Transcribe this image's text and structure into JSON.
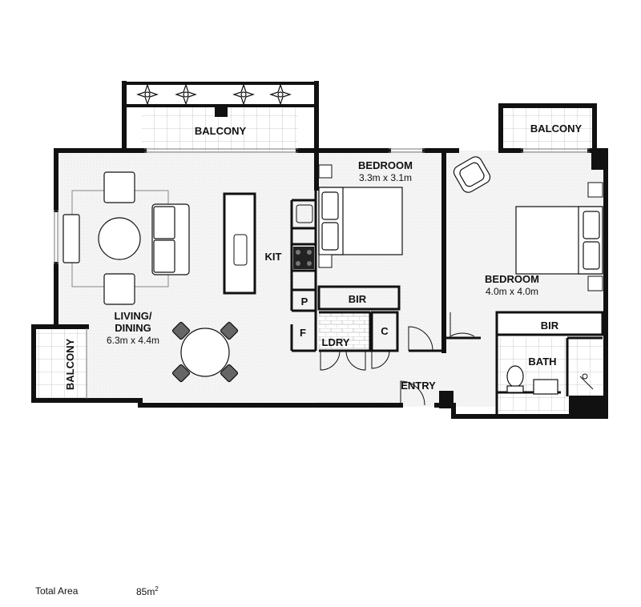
{
  "rooms": {
    "balcony_top": "BALCONY",
    "balcony_right": "BALCONY",
    "balcony_left": "BALCONY",
    "bedroom1_name": "BEDROOM",
    "bedroom1_size": "3.3m x 3.1m",
    "bedroom2_name": "BEDROOM",
    "bedroom2_size": "4.0m x 4.0m",
    "living_line1": "LIVING/",
    "living_line2": "DINING",
    "living_size": "6.3m x 4.4m",
    "kitchen": "KIT",
    "pantry": "P",
    "fridge": "F",
    "bir1": "BIR",
    "bir2": "BIR",
    "laundry": "LDRY",
    "cupboard": "C",
    "bath": "BATH",
    "entry": "ENTRY"
  },
  "footer": {
    "label": "Total Area",
    "value": "85m",
    "unit_sup": "2"
  },
  "colors": {
    "wall": "#111111",
    "floor_hatch": "#f1f1f1",
    "tile_line": "#bbbbbb"
  },
  "icons": [
    "plant-icon",
    "bed-icon",
    "sofa-icon",
    "dining-table-icon",
    "armchair-icon",
    "toilet-icon",
    "sink-icon",
    "cooktop-icon"
  ]
}
